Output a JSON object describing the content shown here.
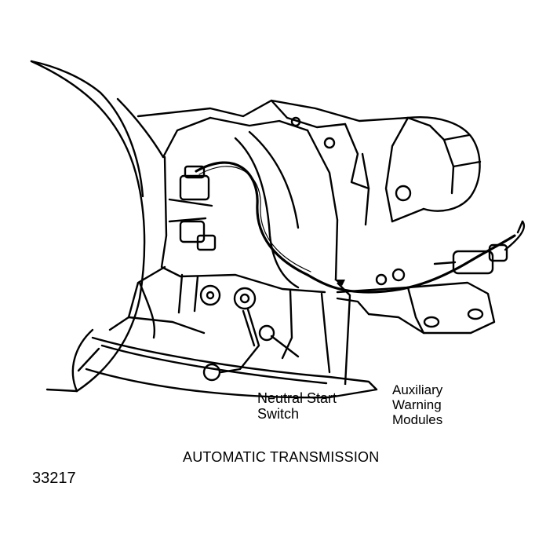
{
  "callouts": {
    "neutral_start_switch": [
      "Neutral Start",
      "Switch"
    ],
    "auxiliary_warning_modules": [
      "Auxiliary",
      "Warning",
      "Modules"
    ]
  },
  "caption": "AUTOMATIC TRANSMISSION",
  "figure_number": "33217"
}
